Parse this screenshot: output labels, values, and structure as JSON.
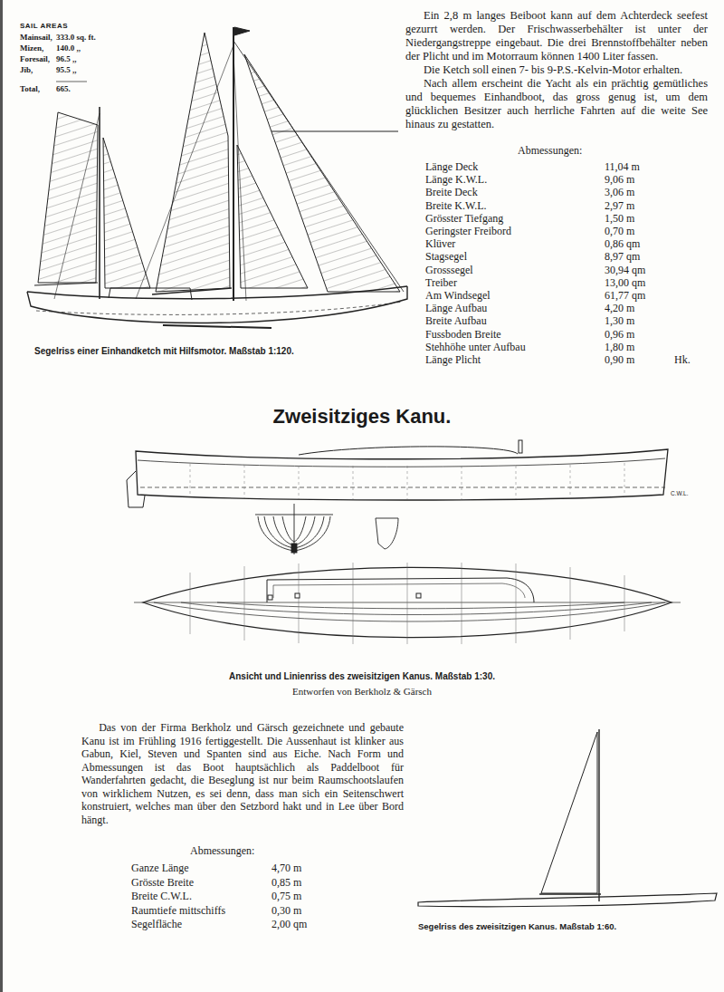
{
  "diagram": {
    "title": "Zweisitziges Kanu.",
    "labels": [
      "SAIL AREAS",
      "Mainsail,",
      "333.0 sq. ft.",
      "Mizen,",
      "140.0 ,,",
      "Foresail,",
      "96.5 ,,",
      "Jib,",
      "95.5 ,,",
      "Total,",
      "665.",
      "Segelriss einer Einhandketch mit Hilfsmotor. Maßstab 1:120.",
      "Ein 2,8 m langes Beiboot kann auf dem Achterdeck seefest gezurrt werden. Der Frischwasserbehälter ist unter der Niedergangstreppe eingebaut. Die drei Brennstoffbehälter neben der Plicht und im Motorraum können 1400 Liter fassen.",
      "Die Ketch soll einen 7- bis 9-P.S.-Kelvin-Motor erhalten.",
      "Nach allem erscheint die Yacht als ein prächtig gemütliches und bequemes Einhandboot, das gross genug ist, um dem glücklichen Besitzer auch herrliche Fahrten auf die weite See hinaus zu gestatten.",
      "Abmessungen:",
      "Länge Deck",
      "11,04 m",
      "Länge K.W.L.",
      "9,06 m",
      "Breite Deck",
      "3,06 m",
      "Breite K.W.L.",
      "2,97 m",
      "Grösster Tiefgang",
      "1,50 m",
      "Geringster Freibord",
      "0,70 m",
      "Klüver",
      "0,86 qm",
      "Stagsegel",
      "8,97 qm",
      "Grosssegel",
      "30,94 qm",
      "Treiber",
      "13,00 qm",
      "Am Windsegel",
      "61,77 qm",
      "Länge Aufbau",
      "4,20 m",
      "Breite Aufbau",
      "1,30 m",
      "Fussboden Breite",
      "0,96 m",
      "Stehhöhe unter Aufbau",
      "1,80 m",
      "Länge Plicht",
      "0,90 m",
      "Hk.",
      "C.W.L.",
      "Ansicht und Linienriss des zweisitzigen Kanus. Maßstab 1:30.",
      "Entworfen von Berkholz & Gärsch",
      "Das von der Firma Berkholz und Gärsch gezeichnete und gebaute Kanu ist im Frühling 1916 fertiggestellt. Die Aussenhaut ist klinker aus Gabun, Kiel, Steven und Spanten sind aus Eiche. Nach Form und Abmessungen ist das Boot hauptsächlich als Paddelboot für Wanderfahrten gedacht, die Beseglung ist nur beim Raumschootslaufen von wirklichem Nutzen, es sei denn, dass man sich ein Seitenschwert konstruiert, welches man über den Setzbord hakt und in Lee über Bord hängt.",
      "Abmessungen:",
      "Ganze Länge",
      "4,70 m",
      "Grösste Breite",
      "0,85 m",
      "Breite C.W.L.",
      "0,75 m",
      "Raumtiefe mittschiffs",
      "0,30 m",
      "Segelfläche",
      "2,00 qm",
      "Segelriss des zweisitzigen Kanus. Maßstab 1:60."
    ]
  }
}
